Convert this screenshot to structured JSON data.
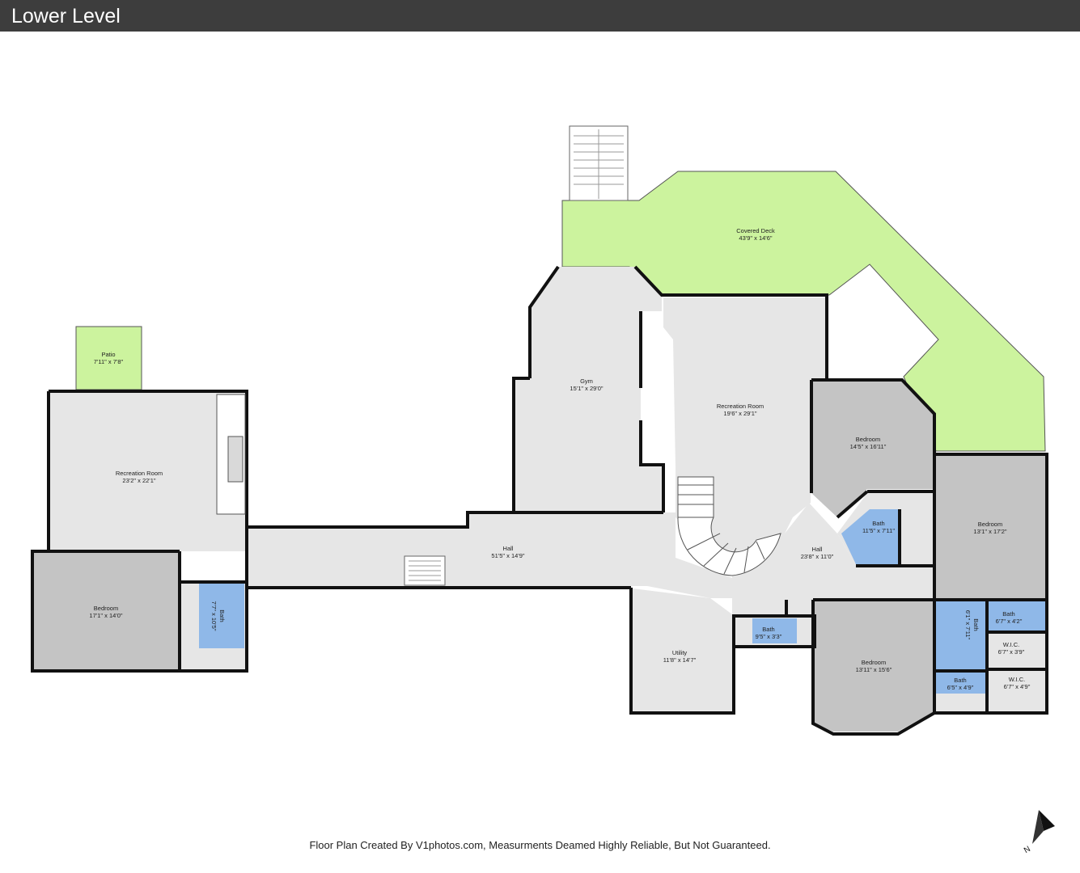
{
  "header": {
    "title": "Lower Level"
  },
  "colors": {
    "header_bg": "#3d3d3d",
    "room_light": "#e6e6e6",
    "room_dark": "#c4c4c4",
    "bath": "#8fb8e8",
    "outdoor": "#ccf39e",
    "wall": "#111111"
  },
  "rooms": {
    "patio": {
      "name": "Patio",
      "dims": "7'11\" x 7'8\""
    },
    "rec_left": {
      "name": "Recreation Room",
      "dims": "23'2\" x 22'1\""
    },
    "bedroom_left": {
      "name": "Bedroom",
      "dims": "17'1\" x 14'0\""
    },
    "bath_left": {
      "name": "Bath",
      "dims": "7'7\" x 10'5\""
    },
    "gym": {
      "name": "Gym",
      "dims": "15'1\" x 29'0\""
    },
    "covered_deck": {
      "name": "Covered Deck",
      "dims": "43'9\" x 14'6\""
    },
    "rec_center": {
      "name": "Recreation Room",
      "dims": "19'6\" x 29'1\""
    },
    "hall_main": {
      "name": "Hall",
      "dims": "51'5\" x 14'9\""
    },
    "utility": {
      "name": "Utility",
      "dims": "11'8\" x 14'7\""
    },
    "bath_small": {
      "name": "Bath",
      "dims": "9'5\" x 3'3\""
    },
    "bedroom_upper_right": {
      "name": "Bedroom",
      "dims": "14'5\" x 16'11\""
    },
    "bath_master": {
      "name": "Bath",
      "dims": "11'5\" x 7'11\""
    },
    "hall_right": {
      "name": "Hall",
      "dims": "23'8\" x 11'0\""
    },
    "bedroom_far_right": {
      "name": "Bedroom",
      "dims": "13'1\" x 17'2\""
    },
    "bedroom_bottom_right": {
      "name": "Bedroom",
      "dims": "13'11\" x 15'6\""
    },
    "bath_vertical": {
      "name": "Bath",
      "dims": "6'1\" x 7'11\""
    },
    "bath_top_right": {
      "name": "Bath",
      "dims": "6'7\" x 4'2\""
    },
    "wic_1": {
      "name": "W.I.C.",
      "dims": "6'7\" x 3'9\""
    },
    "bath_bottom_right": {
      "name": "Bath",
      "dims": "6'5\" x 4'9\""
    },
    "wic_2": {
      "name": "W.I.C.",
      "dims": "6'7\" x 4'9\""
    }
  },
  "footer": {
    "text": "Floor Plan Created By V1photos.com, Measurments Deamed Highly Reliable, But Not Guaranteed."
  },
  "compass": {
    "label": "N",
    "icon": "north-arrow-icon"
  }
}
